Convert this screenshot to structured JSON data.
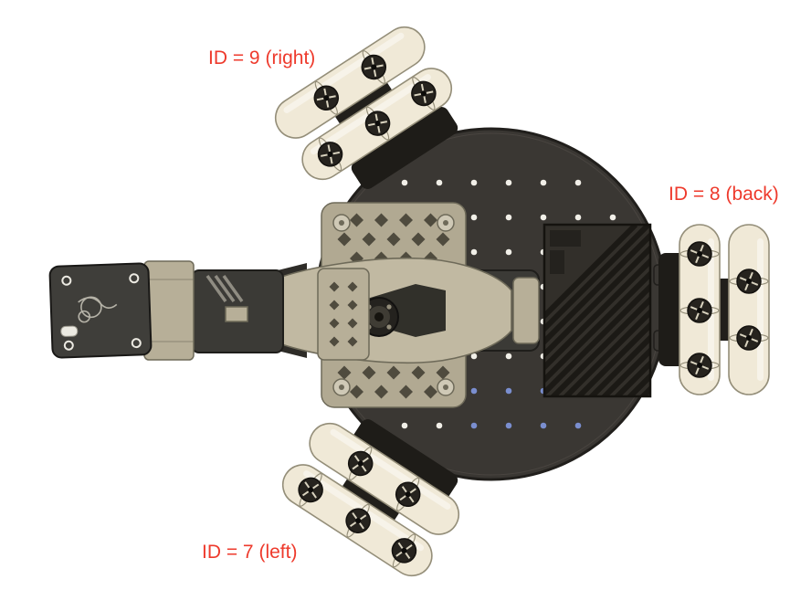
{
  "annotations": [
    {
      "target": "omni-wheel-9",
      "label": "ID = 9 (right)"
    },
    {
      "target": "omni-wheel-8",
      "label": "ID = 8 (back)"
    },
    {
      "target": "omni-wheel-7",
      "label": "ID = 7 (left)"
    }
  ],
  "colors": {
    "background": "#ffffff",
    "annotation": "#ee3a2c",
    "plate": "#3a3733",
    "plate_edge": "#211f1c",
    "dot": "#f1efe8",
    "dot_blue": "#7a8ecf",
    "roller": "#f0e9d7",
    "roller_stroke": "#948e79",
    "hub": "#26231e",
    "spoke": "#d9d3bf",
    "axle": "#211f1b",
    "bracket": "#1e1c18",
    "heatsink": "#322f2a",
    "heatsink_fin": "#1b1915",
    "tan_plate": "#b1a992",
    "tan": "#b7af98",
    "tan_dark": "#6e6a59",
    "tan_light": "#cfc9b6",
    "arm": "#c1b9a2",
    "dark_part": "#3b3a36",
    "darker": "#24221e",
    "cutout": "#4f4b3e",
    "white_detail": "#eceae2"
  }
}
